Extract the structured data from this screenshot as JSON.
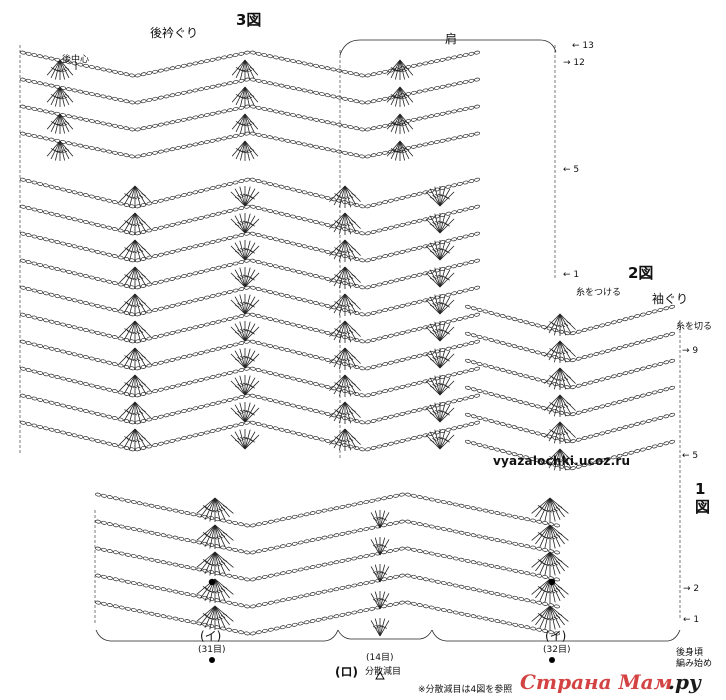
{
  "figure_labels": {
    "fig3": "3図",
    "fig2": "2図",
    "fig1": "1図",
    "back_neckline": "後衿ぐり",
    "back_center": "後中心",
    "shoulder": "肩",
    "armhole": "袖ぐり",
    "attach_yarn": "糸をつける",
    "cut_yarn": "糸を切る",
    "back_body_start": "後身頃\n編み始め",
    "note": "※分散減目は4図を参照"
  },
  "row_markers": {
    "top": [
      "13",
      "12",
      "5",
      "1"
    ],
    "armhole": [
      "9",
      "5"
    ],
    "bottom": [
      "2",
      "1"
    ]
  },
  "sections": {
    "i_left": {
      "symbol": "(イ)",
      "count": "(31目)"
    },
    "ro_center": {
      "symbol": "(ロ)",
      "count": "(14目)",
      "note": "分散減目"
    },
    "i_right": {
      "symbol": "(イ)",
      "count": "(32目)"
    }
  },
  "watermark": "vyazalochki.ucoz.ru",
  "logo": {
    "text": "Страна Мам",
    "suffix": ".ру",
    "colors": [
      "#cc2222",
      "#1a1a1a"
    ]
  }
}
